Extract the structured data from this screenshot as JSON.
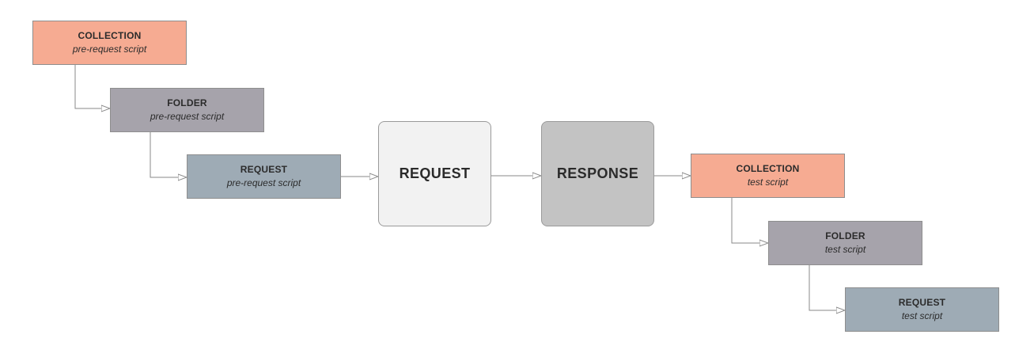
{
  "pre_request": {
    "collection": {
      "title": "COLLECTION",
      "subtitle": "pre-request script"
    },
    "folder": {
      "title": "FOLDER",
      "subtitle": "pre-request script"
    },
    "request": {
      "title": "REQUEST",
      "subtitle": "pre-request script"
    }
  },
  "main": {
    "request_label": "REQUEST",
    "response_label": "RESPONSE"
  },
  "test": {
    "collection": {
      "title": "COLLECTION",
      "subtitle": "test script"
    },
    "folder": {
      "title": "FOLDER",
      "subtitle": "test script"
    },
    "request": {
      "title": "REQUEST",
      "subtitle": "test script"
    }
  },
  "colors": {
    "collection": "#f6ab92",
    "folder": "#a6a3ab",
    "request_script": "#9eabb5",
    "request_main": "#f2f2f2",
    "response_main": "#c3c3c3",
    "connector": "#8a8a8a"
  }
}
